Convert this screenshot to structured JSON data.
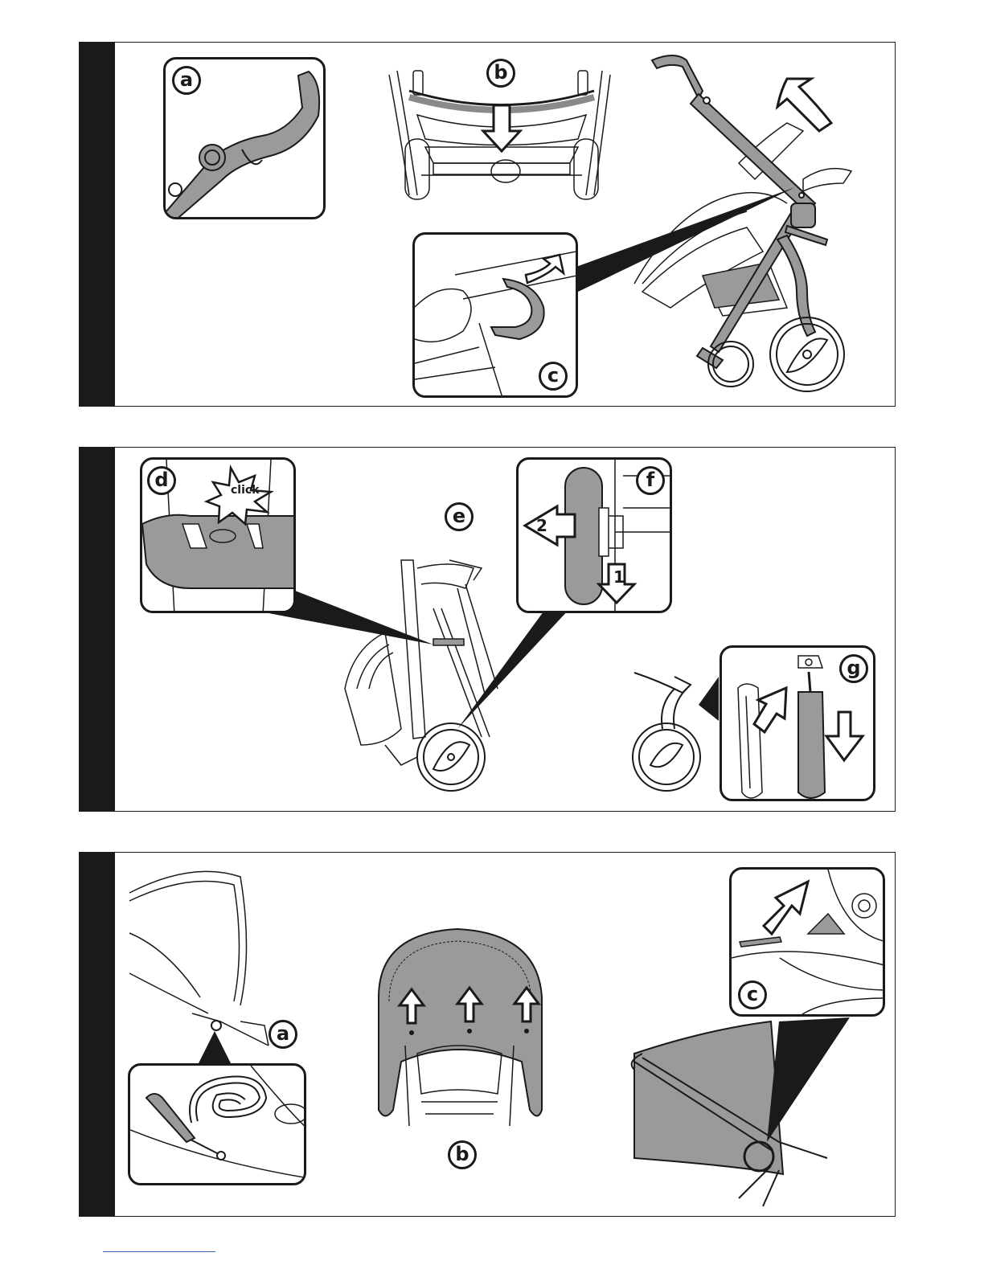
{
  "panels": [
    {
      "labels": {
        "a": "a",
        "b": "b",
        "c": "c"
      }
    },
    {
      "labels": {
        "d": "d",
        "e": "e",
        "f": "f",
        "g": "g"
      },
      "click_text": "click",
      "step_numbers": {
        "first": "1",
        "second": "2"
      }
    },
    {
      "labels": {
        "a": "a",
        "b": "b",
        "c": "c"
      }
    }
  ],
  "colors": {
    "ink": "#1a1a1a",
    "fabric": "#8a8a8a",
    "frame_fill": "#9a9a9a"
  }
}
